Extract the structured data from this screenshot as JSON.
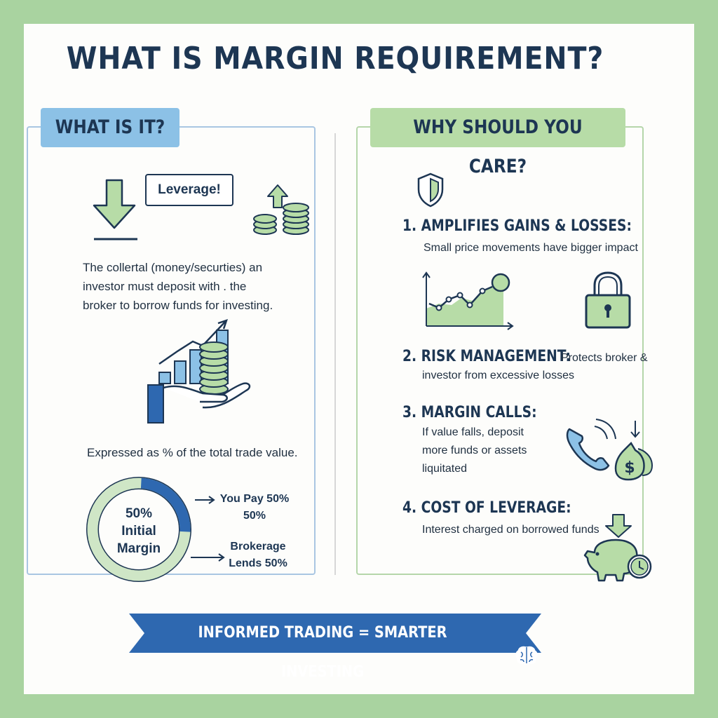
{
  "title": "WHAT IS MARGIN REQUIREMENT?",
  "left_panel": {
    "heading": "WHAT IS IT?",
    "leverage_label": "Leverage!",
    "definition_lines": [
      "The collertal (money/securties) an",
      "investor must deposit with . the",
      "broker to borrow funds for investing."
    ],
    "expressed_text": "Expressed as % of the total trade value.",
    "donut": {
      "center_lines": [
        "50%",
        "Initial",
        "Margin"
      ],
      "investor_share_percent": 50,
      "you_pay_lines": [
        "You Pay 50%",
        "50%"
      ],
      "brokerage_lines": [
        "Brokerage",
        "Lends 50%"
      ]
    }
  },
  "right_panel": {
    "heading": "WHY SHOULD YOU CARE?",
    "items": [
      {
        "head": "1. AMPLIFIES GAINS & LOSSES:",
        "lines": [
          "Small price movements have bigger impact"
        ]
      },
      {
        "head": "2. RISK MANAGEMENT:",
        "inline": "Protects broker &",
        "lines": [
          "investor from excessive losses"
        ]
      },
      {
        "head": "3. MARGIN CALLS:",
        "lines": [
          "If value falls, deposit",
          "more funds or assets",
          "liquitated"
        ]
      },
      {
        "head": "4. COST OF LEVERAGE:",
        "lines": [
          "Interest charged on borrowed funds"
        ]
      }
    ]
  },
  "banner": "INFORMED TRADING = SMARTER INVESTING",
  "colors": {
    "navy": "#1d3653",
    "blue": "#2e68b0",
    "light_blue": "#8cc1e6",
    "green": "#b7dca7",
    "icon_green": "#6e9f66",
    "frame": "#a9d3a0"
  },
  "icons": [
    "download-arrow-icon",
    "coin-stack-icon",
    "growth-chart-icon",
    "hand-coins-icon",
    "shield-icon",
    "line-chart-icon",
    "lock-icon",
    "phone-icon",
    "money-bag-icon",
    "piggy-bank-icon",
    "brain-icon"
  ]
}
